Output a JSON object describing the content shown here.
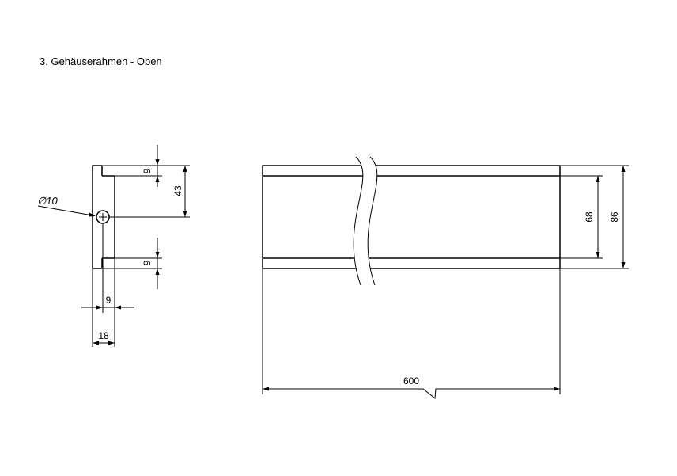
{
  "title": "3. Gehäuserahmen - Oben",
  "side_view": {
    "dim_top_gap": "9",
    "dim_hole_height": "43",
    "dim_bottom_gap": "9",
    "dim_hole_offset": "9",
    "dim_width": "18",
    "hole_label": "∅10"
  },
  "front_view": {
    "dim_length": "600",
    "dim_inner_height": "68",
    "dim_outer_height": "86"
  }
}
